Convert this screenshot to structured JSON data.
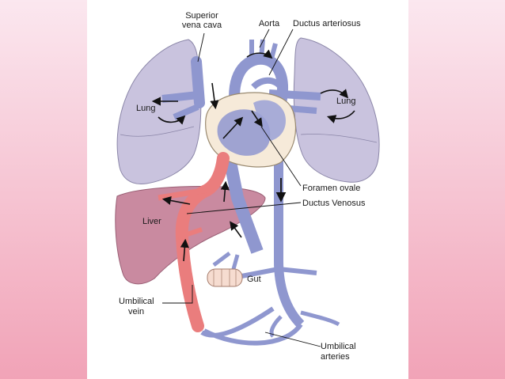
{
  "diagram": {
    "labels": {
      "superior_vena_cava_line1": "Superior",
      "superior_vena_cava_line2": "vena cava",
      "aorta": "Aorta",
      "ductus_arteriosus": "Ductus arteriosus",
      "lung_left": "Lung",
      "lung_right": "Lung",
      "foramen_ovale": "Foramen ovale",
      "ductus_venosus": "Ductus Venosus",
      "liver": "Liver",
      "gut": "Gut",
      "umbilical_vein_line1": "Umbilical",
      "umbilical_vein_line2": "vein",
      "umbilical_arteries_line1": "Umbilical",
      "umbilical_arteries_line2": "arteries"
    },
    "colors": {
      "background_gradient_top": "#fbe7ef",
      "background_gradient_bottom": "#f1a3b7",
      "lung_fill": "#c9c3de",
      "liver_fill": "#c98aa0",
      "vessel_blue": "#8f97cf",
      "vessel_red": "#ea7d7d",
      "heart_fill": "#f6ead9"
    }
  }
}
